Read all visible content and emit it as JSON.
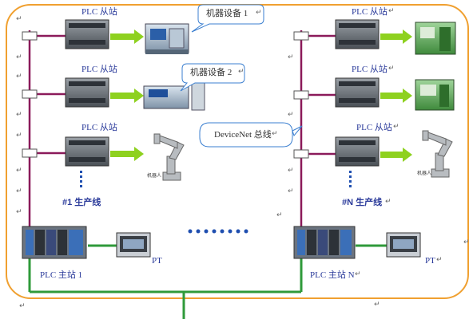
{
  "slave_label": "PLC 从站",
  "machine1": "机器设备 1",
  "machine2": "机器设备 2",
  "devicenet": "DeviceNet 总线",
  "robot": "机器人",
  "line1": "#1 生产线",
  "lineN": "#N 生产线",
  "master1": "PLC 主站 1",
  "masterN": "PLC 主站 N",
  "pt": "PT",
  "return_mark": "↵",
  "colors": {
    "border": "#f0a030",
    "bus": "#8b1a5a",
    "ethernet": "#2f9a3a",
    "arrow": "#8ed11f",
    "text": "#2a3a9a"
  }
}
